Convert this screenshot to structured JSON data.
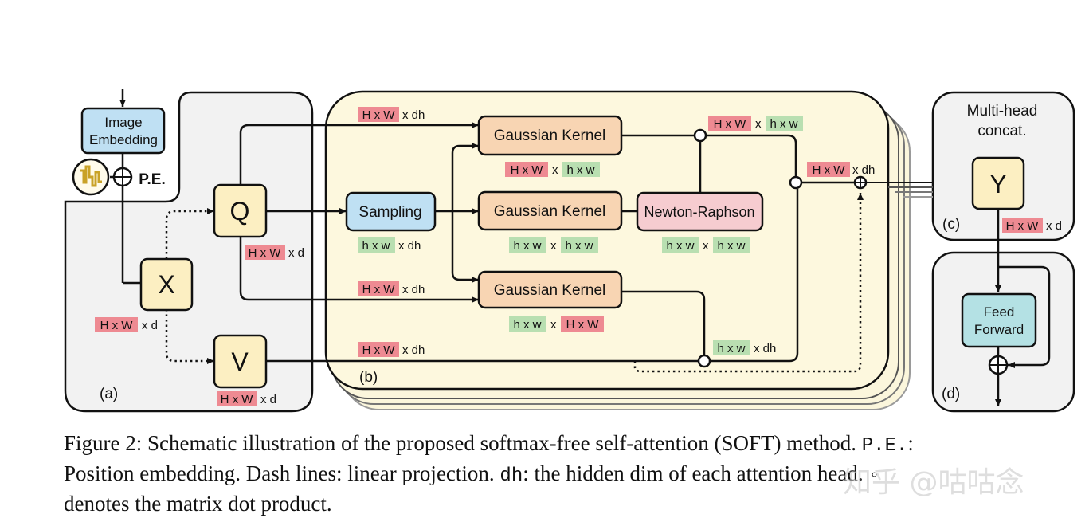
{
  "colors": {
    "panel_bg": "#f2f2f2",
    "yellow_panel": "#fdf8de",
    "yellow_box": "#fcefc2",
    "orange_box": "#f8d5b3",
    "blue_box": "#bfe0f3",
    "pink_box": "#f6ccd0",
    "teal_box": "#b4e1e4",
    "red_tag": "#ee8a92",
    "green_tag": "#b9dfb1"
  },
  "icons": {
    "pe_icon": "positional-embedding-wave-icon",
    "add_icon": "circle-plus-icon",
    "dot_icon": "hollow-circle-icon"
  },
  "blocks": {
    "image_embedding": [
      "Image",
      "Embedding"
    ],
    "pe": "P.E.",
    "x": "X",
    "q": "Q",
    "v": "V",
    "sampling": "Sampling",
    "gk_top": "Gaussian Kernel",
    "gk_mid": "Gaussian Kernel",
    "gk_bot": "Gaussian Kernel",
    "newton_raphson": "Newton-Raphson",
    "multihead": [
      "Multi-head",
      "concat."
    ],
    "y": "Y",
    "feed_forward": [
      "Feed",
      "Forward"
    ]
  },
  "panel_labels": {
    "a": "(a)",
    "b": "(b)",
    "c": "(c)",
    "d": "(d)"
  },
  "dims": {
    "x_out": {
      "red": "H x W",
      "rest": "x d"
    },
    "q_out": {
      "red": "H x W",
      "rest": "x d"
    },
    "v_out": {
      "red": "H x W",
      "rest": "x d"
    },
    "q_to_gk": {
      "red": "H x W",
      "rest": "x dh"
    },
    "gk_top": {
      "red": "H x W",
      "mid": "x",
      "green": "h x w"
    },
    "sampling_out": {
      "green": "h x w",
      "rest": "x dh"
    },
    "gk_mid": {
      "green1": "h x w",
      "mid": "x",
      "green2": "h x w"
    },
    "nr_out": {
      "green1": "h x w",
      "mid": "x",
      "green2": "h x w"
    },
    "q_to_gk_bot": {
      "red": "H x W",
      "rest": "x dh"
    },
    "gk_bot": {
      "green": "h x w",
      "mid": "x",
      "red": "H x W"
    },
    "v_in": {
      "red": "H x W",
      "rest": "x dh"
    },
    "v_sampled": {
      "green": "h x w",
      "rest": "x dh"
    },
    "dot_top": {
      "red": "H x W",
      "mid": "x",
      "green": "h x w"
    },
    "head_out": {
      "red": "H x W",
      "rest": "x dh"
    },
    "y_out": {
      "red": "H x W",
      "rest": "x d"
    }
  },
  "caption": {
    "line1_a": "Figure 2: Schematic illustration of the proposed softmax-free self-attention (SOFT) method.",
    "line1_code": "P.E.",
    "line1_b": ":",
    "line2_a": "Position embedding. Dash lines: linear projection.",
    "line2_code": "dh",
    "line2_b": ": the hidden dim of each attention head.",
    "line2_code2": "◦",
    "line3": "denotes the matrix dot product."
  },
  "watermark": "知乎 @咕咕念"
}
